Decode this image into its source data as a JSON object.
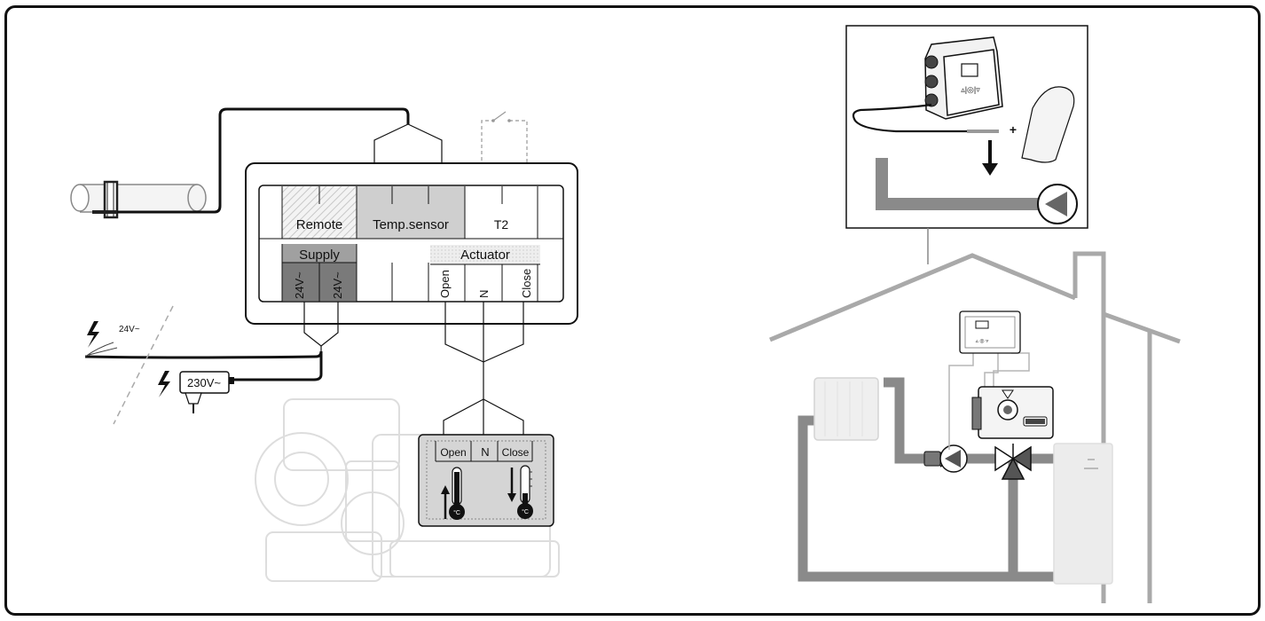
{
  "terminal_block": {
    "remote": "Remote",
    "temp_sensor": "Temp.sensor",
    "t2": "T2",
    "supply": "Supply",
    "supply_24v_1": "24V~",
    "supply_24v_2": "24V~",
    "actuator": "Actuator",
    "open": "Open",
    "n": "N",
    "close": "Close"
  },
  "power": {
    "v24": "24V~",
    "v230": "230V~"
  },
  "actuator_panel": {
    "open": "Open",
    "n": "N",
    "close": "Close",
    "unit": "°C"
  },
  "controller_device": {
    "keys": "▵|◎|▿"
  },
  "house_controller": {
    "keys": "▵ ◎ ▿"
  },
  "colors": {
    "frame": "#111111",
    "pipe": "#8a8a8a",
    "hatch_fill": "#ececec",
    "sensor_fill": "#cfcfcf",
    "supply_fill": "#7a7a7a",
    "actuator_fill": "#dcdcdc",
    "house_line": "#a9a9a9"
  },
  "icons": [
    "lightning-icon",
    "pump-icon",
    "thermometer-icon",
    "arrow-up-icon",
    "arrow-down-icon",
    "switch-icon",
    "plug-icon"
  ]
}
